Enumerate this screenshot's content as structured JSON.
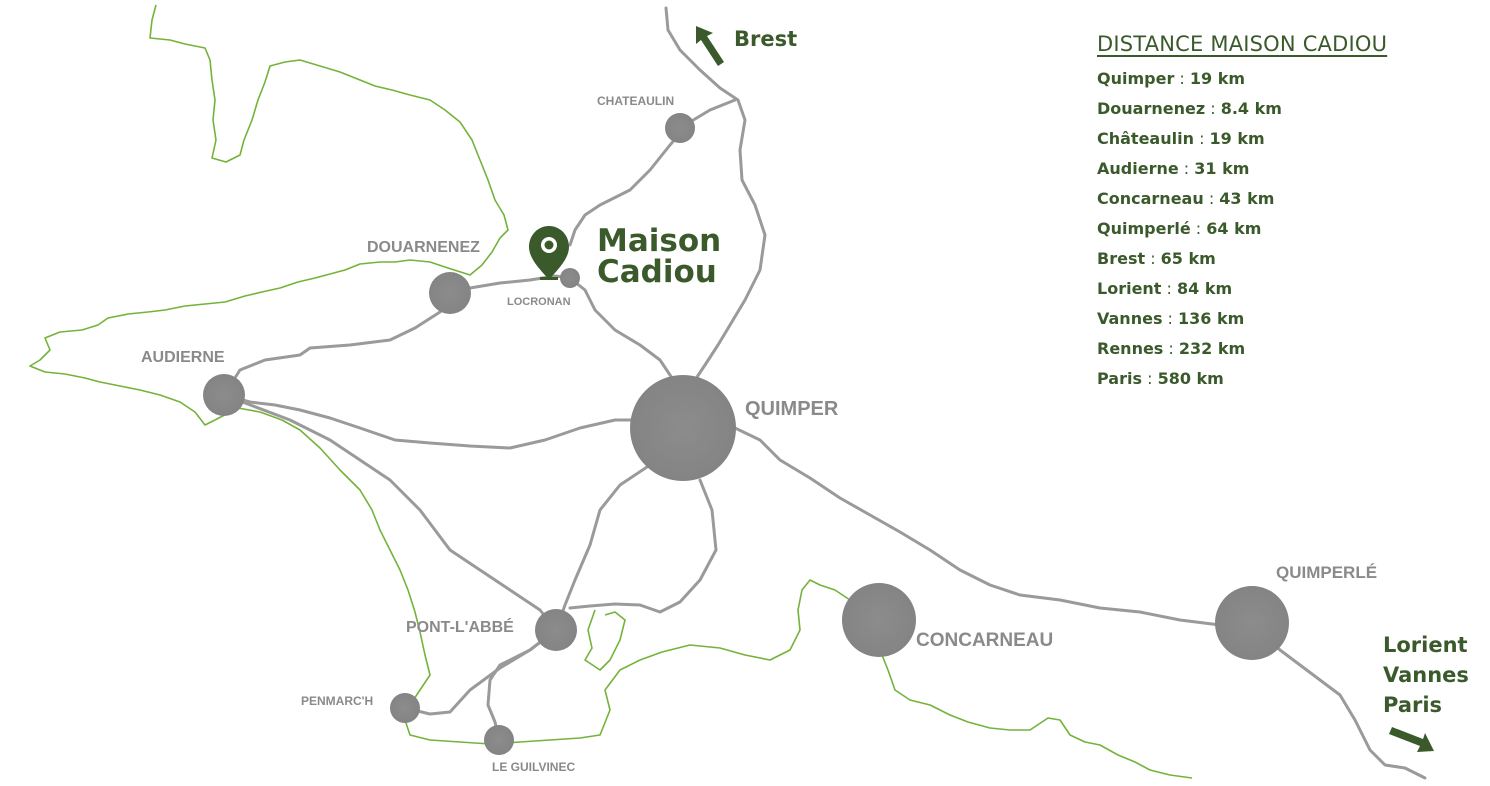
{
  "colors": {
    "coast": "#74b33a",
    "road": "#9a9a9a",
    "city": "#8a8a8a",
    "brand": "#3b5a2c",
    "background": "#ffffff"
  },
  "map": {
    "places": [
      {
        "id": "chateaulin",
        "label": "CHATEAULIN"
      },
      {
        "id": "douarnenez",
        "label": "DOUARNENEZ"
      },
      {
        "id": "locronan",
        "label": "LOCRONAN"
      },
      {
        "id": "audierne",
        "label": "AUDIERNE"
      },
      {
        "id": "quimper",
        "label": "QUIMPER"
      },
      {
        "id": "pont-labbe",
        "label": "PONT-L'ABBÉ"
      },
      {
        "id": "penmarch",
        "label": "PENMARC'H"
      },
      {
        "id": "le-guilvinec",
        "label": "LE GUILVINEC"
      },
      {
        "id": "concarneau",
        "label": "CONCARNEAU"
      },
      {
        "id": "quimperle",
        "label": "QUIMPERLÉ"
      }
    ],
    "marker": {
      "icon": "location-pin-icon",
      "name_line1": "Maison",
      "name_line2": "Cadiou"
    },
    "directions": {
      "north": {
        "label": "Brest",
        "icon": "arrow-up-left-icon"
      },
      "east": {
        "labels": [
          "Lorient",
          "Vannes",
          "Paris"
        ],
        "icon": "arrow-down-right-icon"
      }
    }
  },
  "distances": {
    "title": "DISTANCE MAISON CADIOU",
    "separator": " : ",
    "items": [
      {
        "city": "Quimper",
        "km": "19 km"
      },
      {
        "city": "Douarnenez",
        "km": "8.4 km"
      },
      {
        "city": "Châteaulin",
        "km": "19 km"
      },
      {
        "city": "Audierne",
        "km": "31 km"
      },
      {
        "city": "Concarneau",
        "km": "43 km"
      },
      {
        "city": "Quimperlé",
        "km": "64 km"
      },
      {
        "city": "Brest",
        "km": "65 km"
      },
      {
        "city": "Lorient",
        "km": "84 km"
      },
      {
        "city": "Vannes",
        "km": "136 km"
      },
      {
        "city": "Rennes",
        "km": "232 km"
      },
      {
        "city": "Paris",
        "km": "580 km"
      }
    ]
  }
}
